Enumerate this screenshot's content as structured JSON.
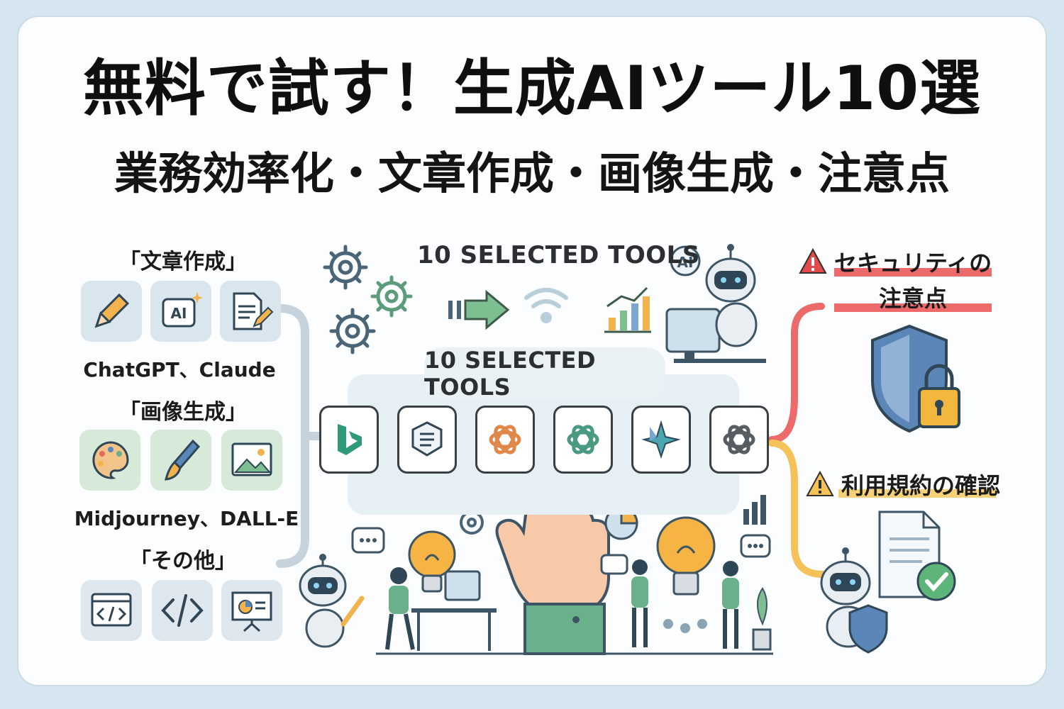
{
  "title": "無料で試す！生成AIツール10選",
  "subtitle": "業務効率化・文章作成・画像生成・注意点",
  "categories": [
    {
      "label": "「文章作成」",
      "tools": "ChatGPT、Claude",
      "icons": [
        "pencil-icon",
        "ai-badge-icon",
        "document-edit-icon"
      ]
    },
    {
      "label": "「画像生成」",
      "tools": "Midjourney、DALL-E",
      "icons": [
        "palette-icon",
        "brush-icon",
        "image-icon"
      ]
    },
    {
      "label": "「その他」",
      "tools": "",
      "icons": [
        "code-window-icon",
        "code-icon",
        "presentation-icon"
      ]
    }
  ],
  "center": {
    "top_label": "10 SELECTED TOOLS",
    "panel_label": "10 SELECTED TOOLS",
    "ai_bubble": "AI",
    "tool_icons": [
      "bing-icon",
      "notes-icon",
      "openai-orange-icon",
      "openai-green-icon",
      "gemini-icon",
      "openai-grey-icon"
    ]
  },
  "warnings": {
    "security_line1": "セキュリティの",
    "security_line2": "注意点",
    "terms": "利用規約の確認"
  },
  "colors": {
    "red_line": "#ec6a6a",
    "yellow_line": "#f5c25a",
    "connector": "#c7d3dc",
    "shield": "#5b86b8",
    "lock": "#f4b73d"
  }
}
